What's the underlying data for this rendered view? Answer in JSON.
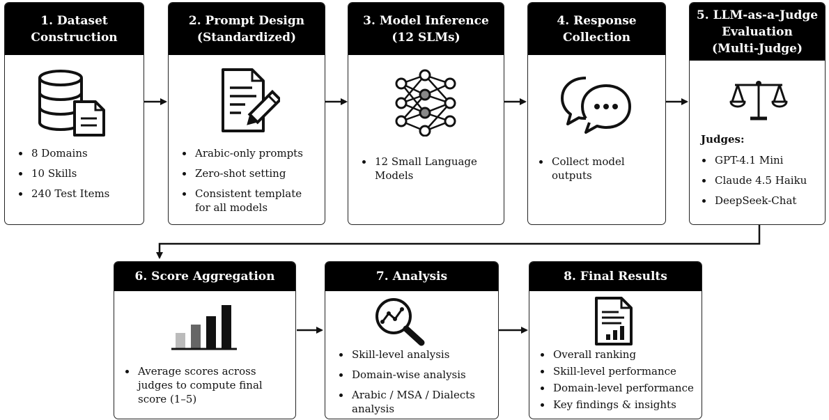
{
  "steps": [
    {
      "title_l1": "1. Dataset",
      "title_l2": "Construction",
      "bullets": [
        "8 Domains",
        "10 Skills",
        "240 Test Items"
      ]
    },
    {
      "title_l1": "2. Prompt Design",
      "title_l2": "(Standardized)",
      "bullets": [
        "Arabic-only prompts",
        "Zero-shot setting",
        "Consistent template for all models"
      ]
    },
    {
      "title_l1": "3. Model Inference",
      "title_l2": "(12 SLMs)",
      "bullets": [
        "12 Small Language Models"
      ]
    },
    {
      "title_l1": "4. Response",
      "title_l2": "Collection",
      "bullets": [
        "Collect model outputs"
      ]
    },
    {
      "title_l1": "5. LLM-as-a-Judge",
      "title_l2": "Evaluation",
      "title_l3": "(Multi-Judge)",
      "judges_label": "Judges:",
      "bullets": [
        "GPT-4.1 Mini",
        "Claude 4.5 Haiku",
        "DeepSeek-Chat"
      ]
    },
    {
      "title_l1": "6. Score Aggregation",
      "bullets": [
        "Average scores across judges to compute final score (1–5)"
      ]
    },
    {
      "title_l1": "7. Analysis",
      "bullets": [
        "Skill-level analysis",
        "Domain-wise analysis",
        "Arabic / MSA / Dialects analysis"
      ]
    },
    {
      "title_l1": "8. Final Results",
      "bullets": [
        "Overall ranking",
        "Skill-level performance",
        "Domain-level performance",
        "Key findings & insights"
      ]
    }
  ],
  "icons": [
    "database-document-icon",
    "document-pen-icon",
    "neural-network-icon",
    "chat-bubbles-icon",
    "balance-scale-icon",
    "bar-chart-icon",
    "magnifier-chart-icon",
    "report-chart-icon"
  ]
}
